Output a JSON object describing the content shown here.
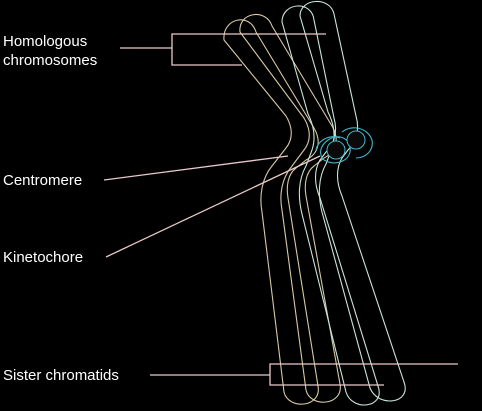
{
  "labels": {
    "homologous_line1": "Homologous",
    "homologous_line2": "chromosomes",
    "centromere": "Centromere",
    "kinetochore": "Kinetochore",
    "sister_chromatids": "Sister chromatids"
  },
  "colors": {
    "background": "#000000",
    "text": "#ffffff",
    "chromosome_1_outline": "#d8c9a6",
    "chromosome_2_outline": "#c9e6da",
    "kinetochore_outline": "#3fb6c9",
    "leader_line": "#e9c9c9"
  }
}
